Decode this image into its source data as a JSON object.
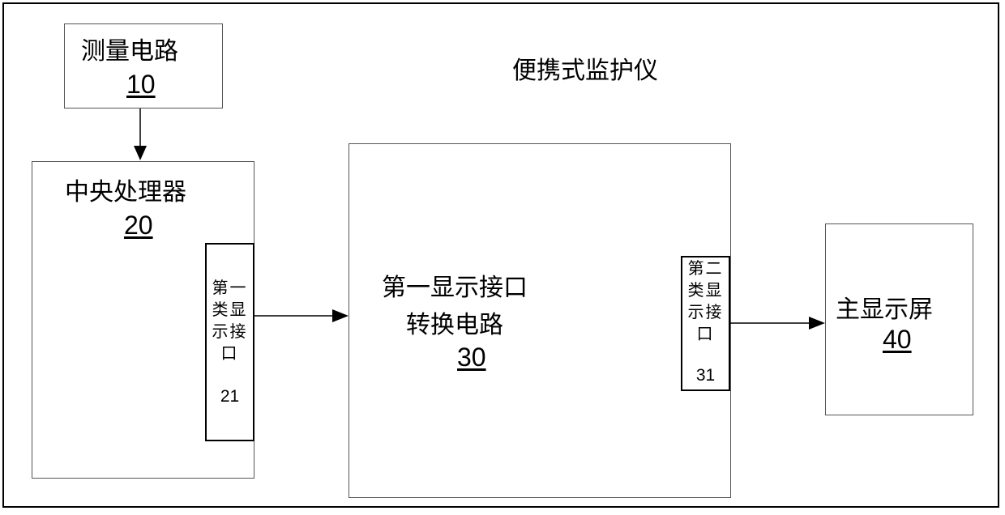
{
  "diagram": {
    "device_label": "便携式监护仪",
    "measurement": {
      "label": "测量电路",
      "number": "10"
    },
    "cpu": {
      "label": "中央处理器",
      "number": "20",
      "interface": {
        "label_line1": "第一",
        "label_line2": "类显",
        "label_line3": "示接",
        "label_line4": "口",
        "number": "21"
      }
    },
    "converter": {
      "label_line1": "第一显示接口",
      "label_line2": "转换电路",
      "number": "30",
      "interface": {
        "label_line1": "第二",
        "label_line2": "类显",
        "label_line3": "示接",
        "label_line4": "口",
        "number": "31"
      }
    },
    "main_display": {
      "label": "主显示屏",
      "number": "40"
    }
  }
}
